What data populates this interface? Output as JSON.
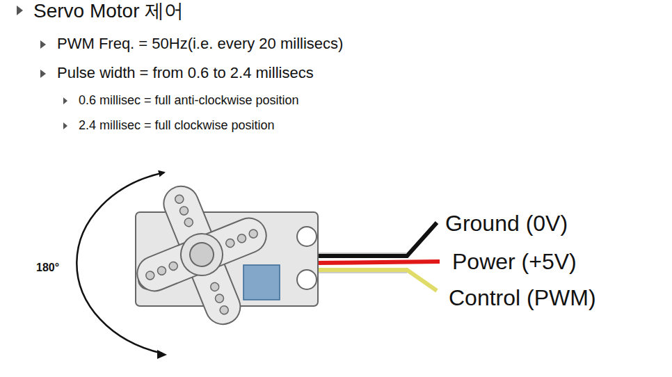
{
  "diagram": {
    "title": "Servo Motor 제어",
    "labels": [
      "PWM Freq. = 50Hz(i.e. every 20 millisecs)",
      "Pulse width = from 0.6 to 2.4 millisecs",
      "0.6 millisec = full anti-clockwise position",
      "2.4 millisec = full clockwise position",
      "180°",
      "Ground (0V)",
      "Power (+5V)",
      "Control (PWM)"
    ]
  }
}
